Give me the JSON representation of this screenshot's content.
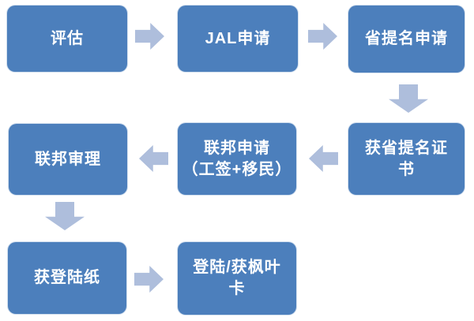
{
  "diagram": {
    "type": "flowchart",
    "colors": {
      "box-color": "#4C7FBC",
      "arrow-color": "#AEBEDC",
      "text-color": "#FFFFFF",
      "background": "#FFFFFF"
    },
    "nodes": [
      {
        "id": "assessment",
        "label": "评估"
      },
      {
        "id": "jal-application",
        "label": "JAL申请"
      },
      {
        "id": "provincial-nomination-application",
        "label": "省提名申请"
      },
      {
        "id": "obtain-provincial-nomination-certificate",
        "label": "获省提名证\n书"
      },
      {
        "id": "federal-application",
        "label": "联邦申请\n（工签+移民）"
      },
      {
        "id": "federal-review",
        "label": "联邦审理"
      },
      {
        "id": "obtain-landing-paper",
        "label": "获登陆纸"
      },
      {
        "id": "landing-obtain-maple-leaf-card",
        "label": "登陆/获枫叶\n卡"
      }
    ],
    "edges": [
      {
        "from": "评估",
        "to": "JAL申请",
        "direction": "right"
      },
      {
        "from": "JAL申请",
        "to": "省提名申请",
        "direction": "right"
      },
      {
        "from": "省提名申请",
        "to": "获省提名证书",
        "direction": "down"
      },
      {
        "from": "获省提名证书",
        "to": "联邦申请（工签+移民）",
        "direction": "left"
      },
      {
        "from": "联邦申请（工签+移民）",
        "to": "联邦审理",
        "direction": "left"
      },
      {
        "from": "联邦审理",
        "to": "获登陆纸",
        "direction": "down"
      },
      {
        "from": "获登陆纸",
        "to": "登陆/获枫叶卡",
        "direction": "right"
      }
    ]
  }
}
